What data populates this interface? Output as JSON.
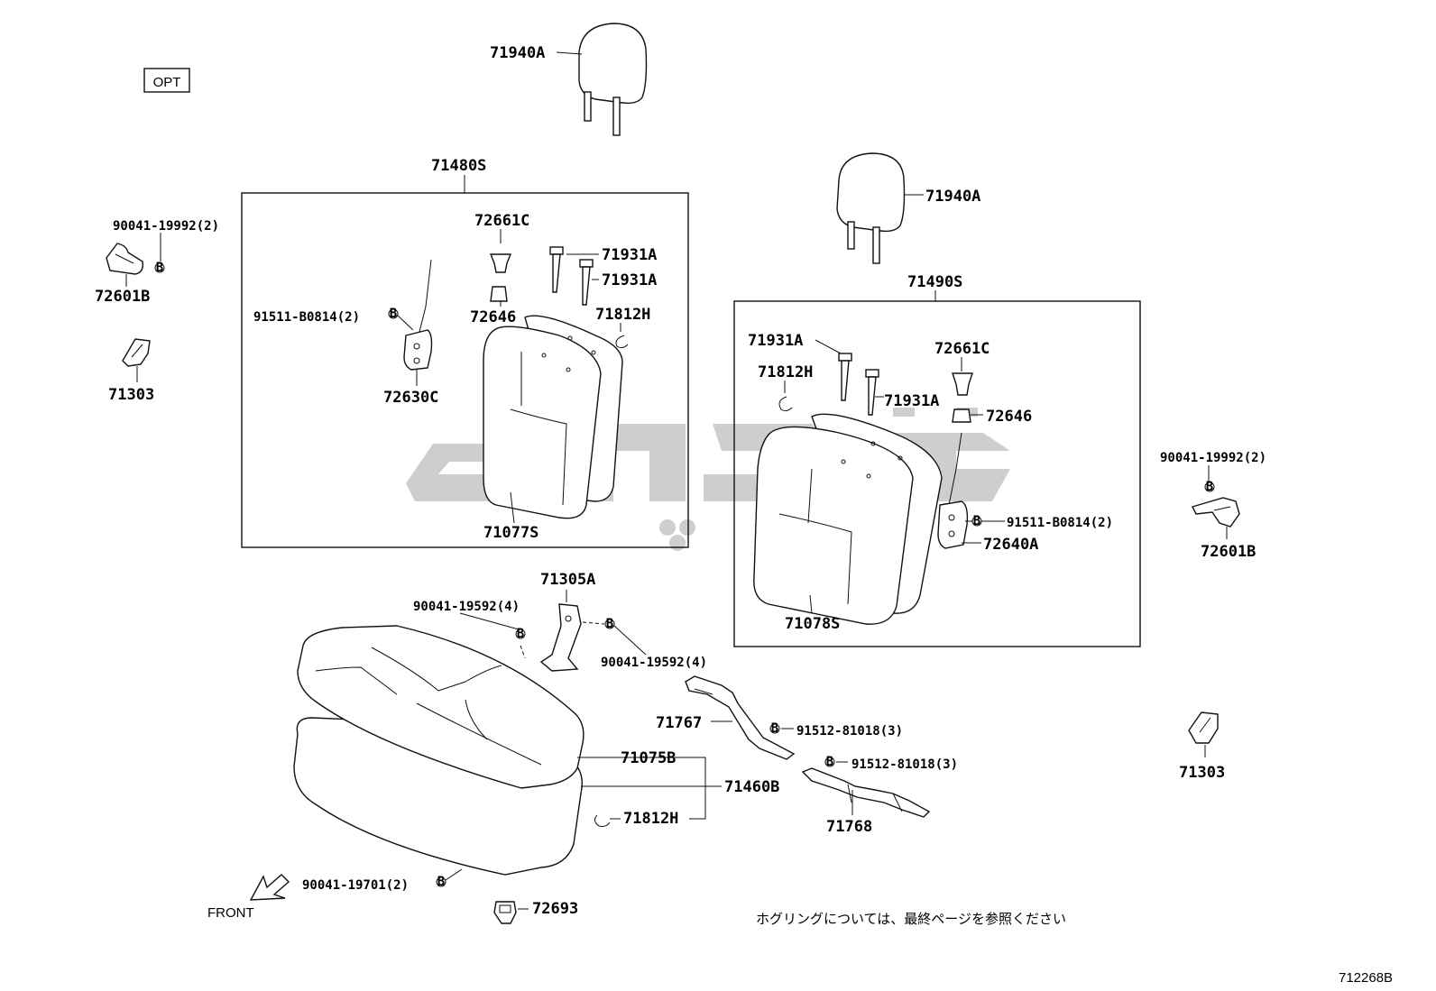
{
  "opt_label": "OPT",
  "diagram_code": "712268B",
  "note_jp": "ホグリングについては、最終ページを参照ください",
  "front_label": "FRONT",
  "watermark": "شیپور",
  "labels": {
    "headrest_left": "71940A",
    "headrest_right": "71940A",
    "group_left": "71480S",
    "group_right": "71490S",
    "bolt_left": "90041-19992(2)",
    "hinge_left": "72601B",
    "cover_left": "71303",
    "hold_l": "72661C",
    "guide_l1": "71931A",
    "guide_l2": "71931A",
    "hogring_l": "71812H",
    "collar_l": "72646",
    "bolt_lock_l": "91511-B0814(2)",
    "lock_l": "72630C",
    "back_l": "71077S",
    "hinge_center": "71305A",
    "bolt_c1": "90041-19592(4)",
    "bolt_c2": "90041-19592(4)",
    "cushion_cover": "71075B",
    "cushion_assy": "71460B",
    "hogring_c": "71812H",
    "bolt_front": "90041-19701(2)",
    "clip_bottom": "72693",
    "bracket_1": "71767",
    "bolt_b1": "91512-81018(3)",
    "bolt_b2": "91512-81018(3)",
    "bracket_2": "71768",
    "guide_r1": "71931A",
    "guide_r2": "71931A",
    "hogring_r": "71812H",
    "hold_r": "72661C",
    "collar_r": "72646",
    "bolt_lock_r": "91511-B0814(2)",
    "lock_r": "72640A",
    "back_r": "71078S",
    "bolt_right": "90041-19992(2)",
    "hinge_right": "72601B",
    "cover_right": "71303"
  },
  "colors": {
    "line": "#111111",
    "watermark": "#c8c8c8",
    "background": "#ffffff"
  }
}
